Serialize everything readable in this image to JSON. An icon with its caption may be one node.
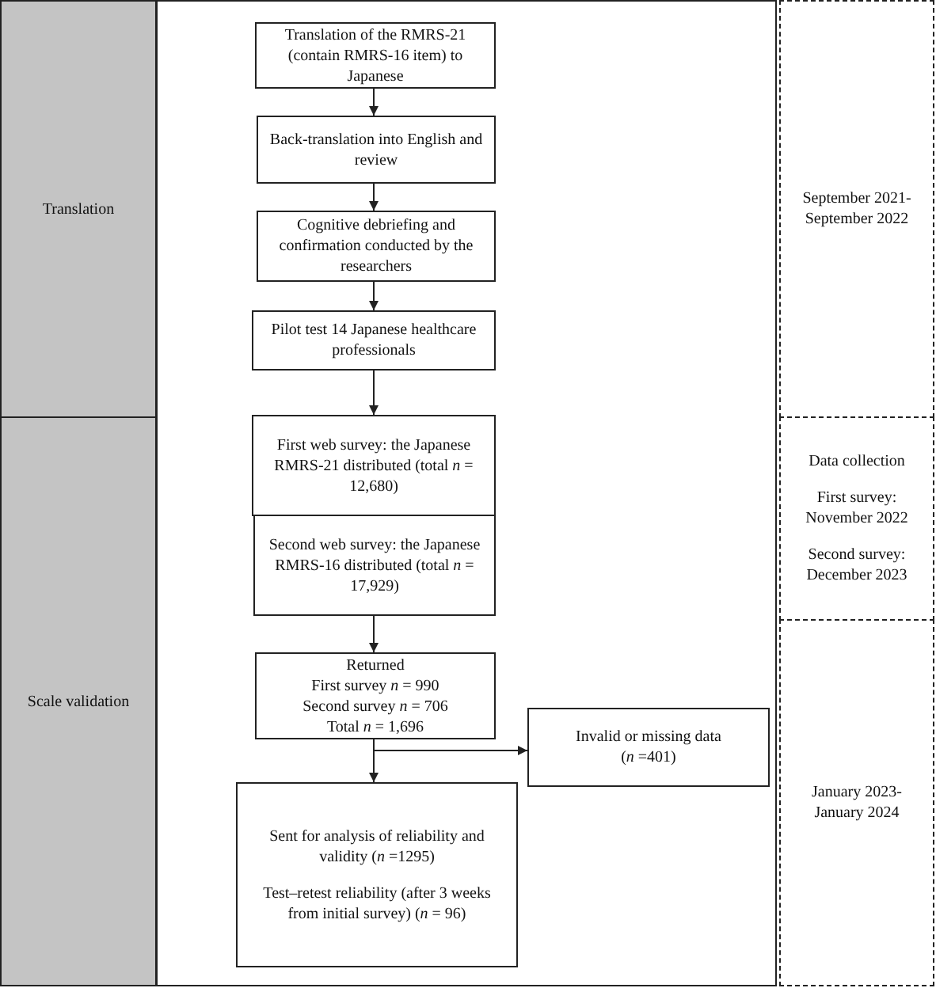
{
  "diagram": {
    "nodes": [
      {
        "text": [
          "Translation"
        ]
      },
      {
        "text": [
          "Scale validation"
        ]
      },
      {
        "text": [
          "Translation of the RMRS-21 (contain RMRS-16 item) to Japanese"
        ]
      },
      {
        "text": [
          "Back-translation into English and review"
        ]
      },
      {
        "text": [
          "Cognitive debriefing and confirmation conducted by the researchers"
        ]
      },
      {
        "text": [
          "Pilot test 14 Japanese healthcare professionals"
        ]
      },
      {
        "text": [
          "First web survey: the Japanese RMRS-21 distributed (total *n* = 12,680)"
        ]
      },
      {
        "text": [
          "Second web survey: the Japanese RMRS-16 distributed (total *n* = 17,929)"
        ]
      },
      {
        "text": [
          "Returned",
          "First survey *n* = 990",
          "Second survey *n* = 706",
          "Total *n* = 1,696"
        ]
      },
      {
        "text": [
          "Invalid or missing data",
          "(*n* =401)"
        ]
      },
      {
        "text": [
          "Sent for analysis of reliability and validity (*n* =1295)",
          "Test–retest reliability (after 3 weeks from initial survey) (*n* = 96)"
        ]
      },
      {
        "text": [
          "September 2021- September 2022"
        ]
      },
      {
        "text": [
          "Data collection",
          "First survey: November 2022",
          "Second survey: December 2023"
        ]
      },
      {
        "text": [
          "January 2023- January 2024"
        ]
      }
    ],
    "edges": [
      {
        "from": 2,
        "to": 3,
        "arrow": "to"
      },
      {
        "from": 3,
        "to": 4,
        "arrow": "to"
      },
      {
        "from": 4,
        "to": 5,
        "arrow": "to"
      },
      {
        "from": 5,
        "to": 6,
        "arrow": "to"
      },
      {
        "from": 7,
        "to": 8,
        "arrow": "to"
      },
      {
        "from": 8,
        "to": 10,
        "arrow": "to"
      },
      {
        "from": 8,
        "to": 9,
        "arrow": "to"
      }
    ]
  }
}
